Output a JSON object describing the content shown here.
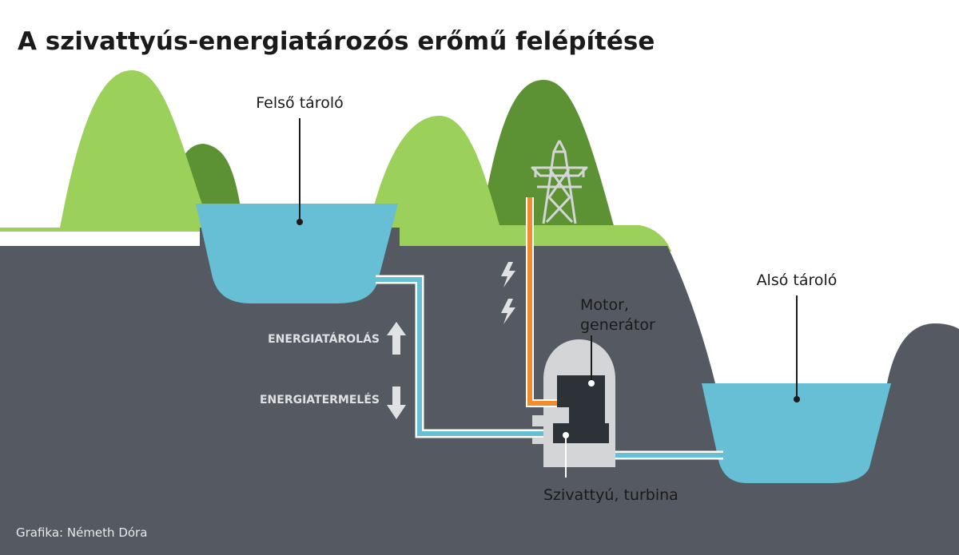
{
  "title": "A szivattyús-energiatározós erőmű felépítése",
  "labels": {
    "upper_reservoir": "Felső tároló",
    "lower_reservoir": "Alsó tároló",
    "motor_line1": "Motor,",
    "motor_line2": "generátor",
    "pump_turbine": "Szivattyú, turbina",
    "storage": "ENERGIATÁROLÁS",
    "generation": "ENERGIATERMELÉS"
  },
  "credit": "Grafika: Németh Dóra",
  "colors": {
    "ground": "#555a62",
    "hill_light": "#9bd05a",
    "hill_dark": "#5c9233",
    "water": "#66bfd5",
    "cable": "#f08c2e",
    "plant_housing": "#d4d5d6",
    "machine": "#2d3138",
    "arrow": "#dfe1e3"
  },
  "icons": [
    "power-pylon-icon",
    "lightning-bolt-icon",
    "up-arrow-icon",
    "down-arrow-icon"
  ]
}
